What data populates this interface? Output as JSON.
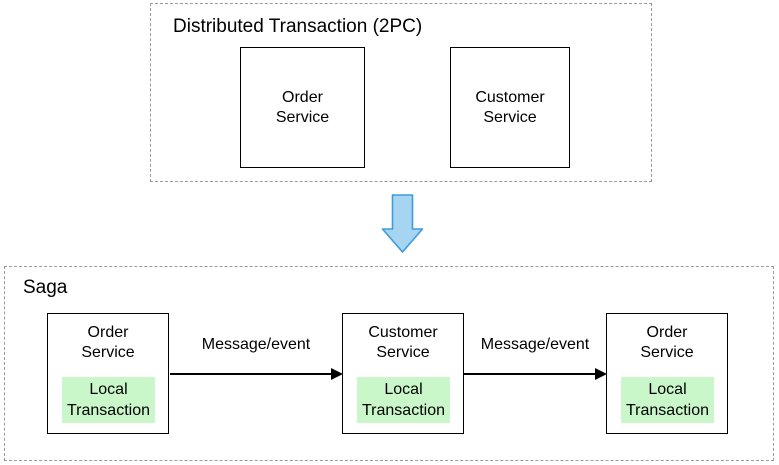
{
  "colors": {
    "dash_border": "#9b9b9b",
    "box_border": "#000000",
    "green_fill": "#c9f7c9",
    "blue_fill": "#a6d5f2",
    "blue_border": "#3d9bdc"
  },
  "top_panel": {
    "title": "Distributed Transaction (2PC)",
    "boxes": [
      {
        "label": "Order\nService"
      },
      {
        "label": "Customer\nService"
      }
    ]
  },
  "transition": {
    "icon": "down-arrow-icon"
  },
  "saga_panel": {
    "title": "Saga",
    "boxes": [
      {
        "service": "Order\nService",
        "local": "Local\nTransaction"
      },
      {
        "service": "Customer\nService",
        "local": "Local\nTransaction"
      },
      {
        "service": "Order\nService",
        "local": "Local\nTransaction"
      }
    ],
    "arrows": [
      {
        "label": "Message/event"
      },
      {
        "label": "Message/event"
      }
    ]
  }
}
